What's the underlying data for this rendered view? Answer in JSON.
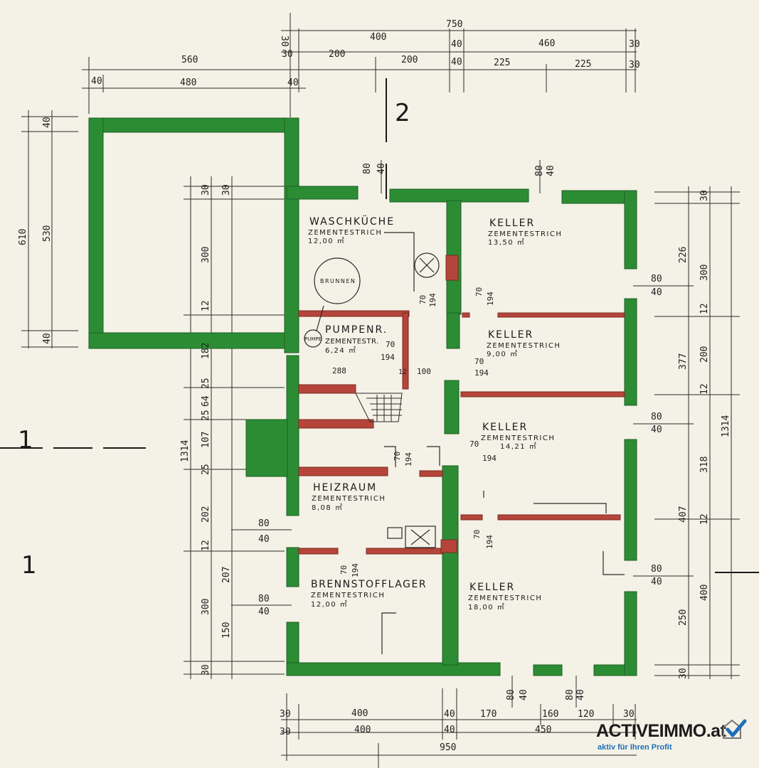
{
  "colors": {
    "outer_wall": "#2c8c34",
    "inner_wall": "#b5453a",
    "line": "#2a2a2a",
    "paper": "#f4f1e6",
    "brand_blue": "#1e6fb8"
  },
  "section_markers": {
    "section_1": "1",
    "section_2": "2"
  },
  "rooms": {
    "waschkueche": {
      "name": "WASCHKÜCHE",
      "floor": "ZEMENTESTRICH",
      "area": "12,00 ㎡"
    },
    "brunnen": {
      "label": "BRUNNEN"
    },
    "pumpe": {
      "label": "PUMPE"
    },
    "pumpenraum": {
      "name": "PUMPENR.",
      "floor": "ZEMENTESTR.",
      "area": "6,24 ㎡"
    },
    "heizraum": {
      "name": "HEIZRAUM",
      "floor": "ZEMENTESTRICH",
      "area": "8,08 ㎡"
    },
    "brennstofflager": {
      "name": "BRENNSTOFFLAGER",
      "floor": "ZEMENTESTRICH",
      "area": "12,00 ㎡"
    },
    "keller_1": {
      "name": "KELLER",
      "floor": "ZEMENTESTRICH",
      "area": "13,50 ㎡"
    },
    "keller_2": {
      "name": "KELLER",
      "floor": "ZEMENTESTRICH",
      "area": "9,00 ㎡"
    },
    "keller_3": {
      "name": "KELLER",
      "floor": "ZEMENTESTRICH",
      "area": "14,21 ㎡"
    },
    "keller_4": {
      "name": "KELLER",
      "floor": "ZEMENTESTRICH",
      "area": "18,00 ㎡"
    }
  },
  "dimensions": {
    "top_total": "750",
    "top_a": [
      "30",
      "400",
      "40",
      "460",
      "30"
    ],
    "top_b": [
      "30",
      "200",
      "200",
      "40",
      "225",
      "225",
      "30"
    ],
    "top_left": [
      "560",
      "40",
      "480",
      "40"
    ],
    "left_outer": [
      "610",
      "40",
      "530",
      "40"
    ],
    "left_main": [
      "1314",
      "30",
      "300",
      "12",
      "182",
      "25",
      "64",
      "25",
      "107",
      "25",
      "202",
      "12",
      "207",
      "300",
      "150",
      "30"
    ],
    "left_extra": [
      "30"
    ],
    "right_dims": [
      "1314",
      "30",
      "226",
      "300",
      "12",
      "200",
      "377",
      "12",
      "318",
      "407",
      "12",
      "400",
      "250",
      "30"
    ],
    "bottom_a": [
      "30",
      "400",
      "40",
      "170",
      "160",
      "120",
      "30"
    ],
    "bottom_b": [
      "30",
      "400",
      "40",
      "450"
    ],
    "bottom_total": "950",
    "windows": [
      "80",
      "40"
    ],
    "doors": [
      "70",
      "194"
    ],
    "misc": [
      "288",
      "100",
      "12"
    ]
  },
  "brand": {
    "name": "ACTIVEIMMO.at",
    "slogan": "aktiv für Ihren Profit"
  }
}
